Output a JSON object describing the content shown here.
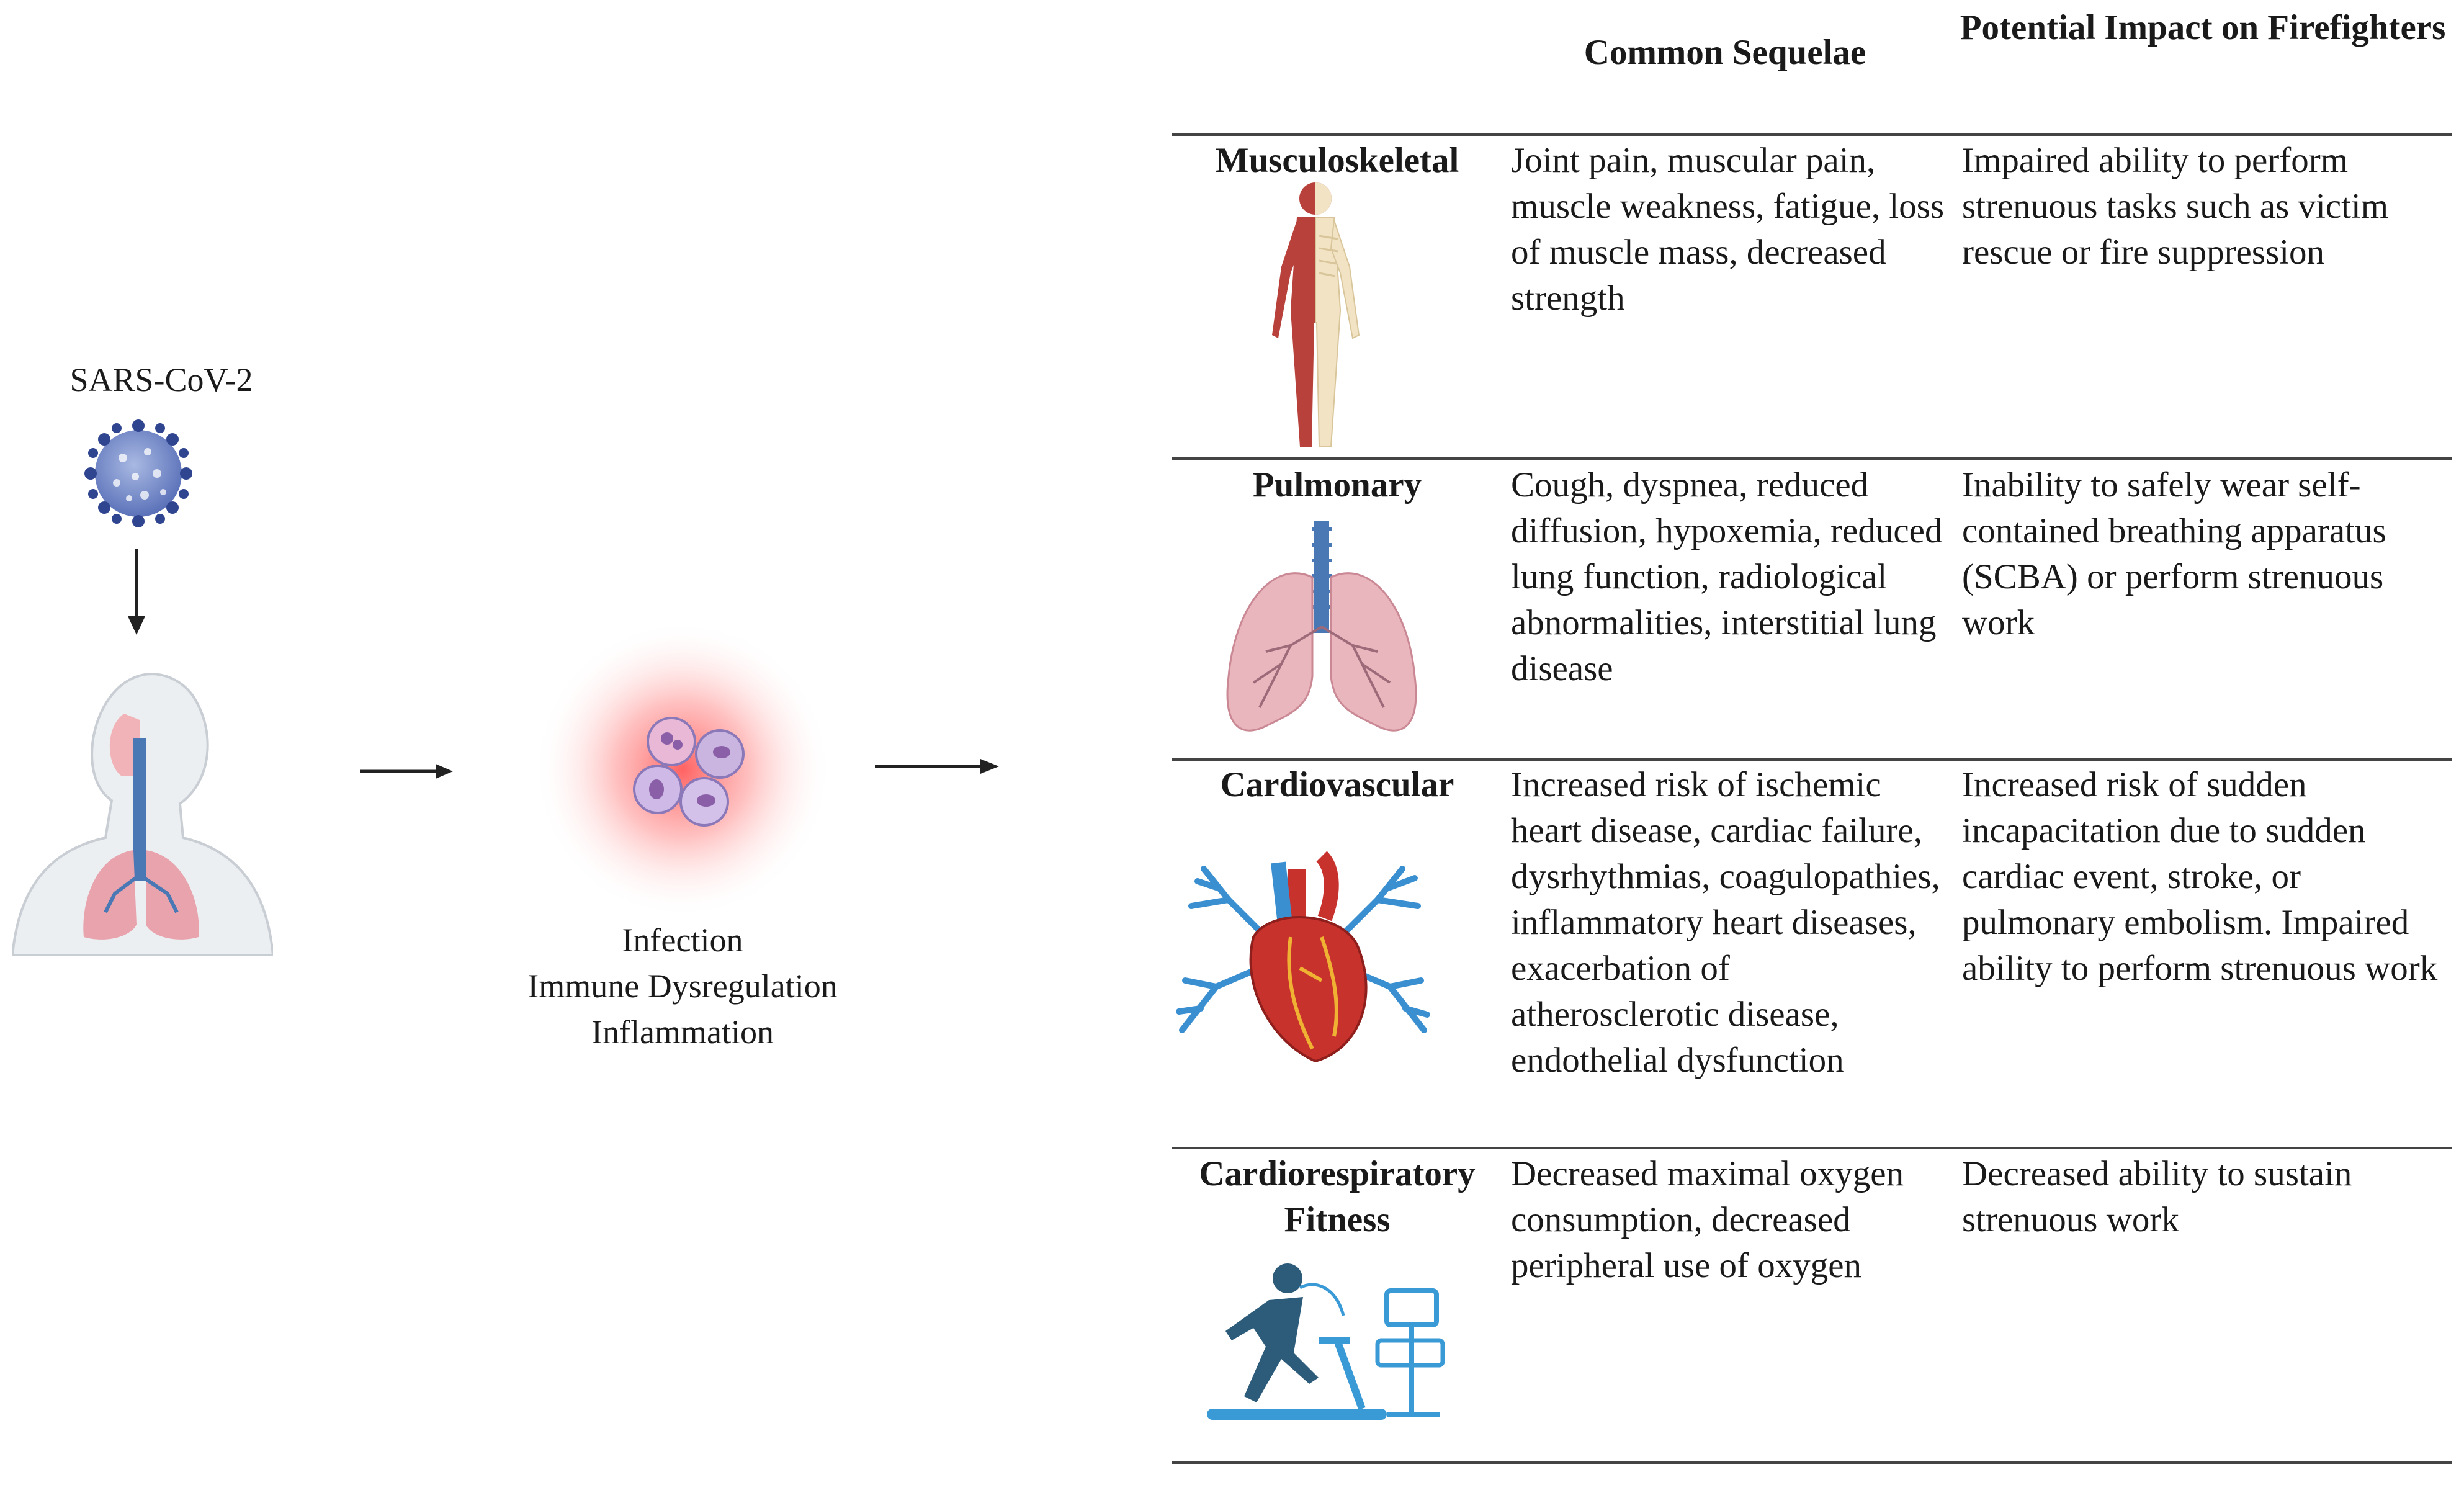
{
  "left": {
    "virus_label": "SARS-CoV-2",
    "process_lines": [
      "Infection",
      "Immune Dysregulation",
      "Inflammation"
    ]
  },
  "table": {
    "headers": {
      "system": "",
      "sequelae": "Common Sequelae",
      "impact": "Potential Impact on Firefighters"
    },
    "rows": [
      {
        "system": "Musculoskeletal",
        "icon": "human-musculoskeletal-icon",
        "sequelae": "Joint pain, muscular pain, muscle weakness, fatigue, loss of muscle mass, decreased strength",
        "impact": "Impaired ability to perform strenuous tasks such as victim rescue or fire suppression"
      },
      {
        "system": "Pulmonary",
        "icon": "lungs-icon",
        "sequelae": "Cough, dyspnea, reduced diffusion, hypoxemia, reduced lung function, radiological abnormalities, interstitial lung disease",
        "impact": "Inability to safely wear self-contained breathing apparatus (SCBA) or perform strenuous work"
      },
      {
        "system": "Cardiovascular",
        "icon": "heart-icon",
        "sequelae": "Increased risk of ischemic heart disease, cardiac failure, dysrhythmias, coagulopathies, inflammatory heart diseases, exacerbation of atherosclerotic disease, endothelial dysfunction",
        "impact": "Increased risk of sudden incapacitation due to sudden cardiac event, stroke, or pulmonary embolism. Impaired ability to perform strenuous work"
      },
      {
        "system": "Cardiorespiratory Fitness",
        "icon": "treadmill-test-icon",
        "sequelae": "Decreased maximal oxygen consumption, decreased peripheral use of oxygen",
        "impact": "Decreased ability to sustain strenuous work"
      }
    ]
  },
  "colors": {
    "virus": "#3b57a8",
    "lung": "#e8a3ad",
    "airway": "#4a78b5",
    "muscle": "#b8413b",
    "bone": "#f1e3c4",
    "heart": "#c8322d",
    "vessel": "#3a8fd0",
    "runner": "#2d5c7a",
    "treadmill": "#3a9ad6",
    "glow": "#ff6b6b"
  }
}
